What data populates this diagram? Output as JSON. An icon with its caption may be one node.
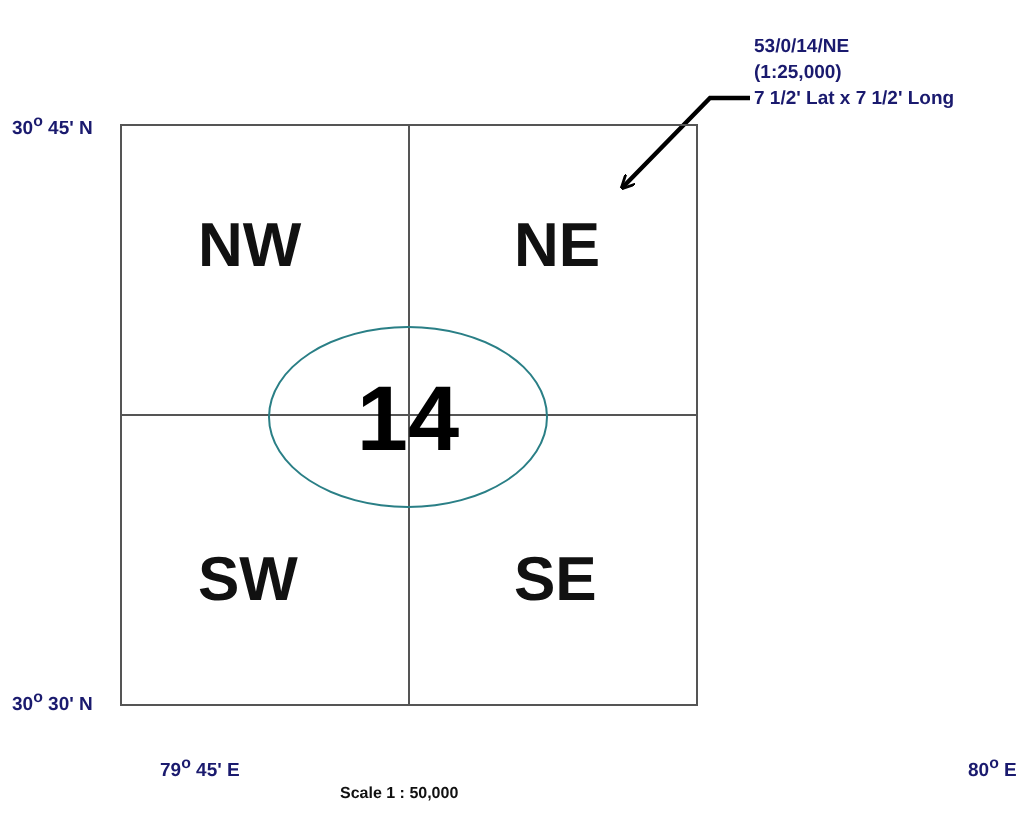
{
  "diagram": {
    "nodes": [
      {
        "text": [
          "NW"
        ]
      },
      {
        "text": [
          "NE"
        ]
      },
      {
        "text": [
          "SW"
        ]
      },
      {
        "text": [
          "SE"
        ]
      },
      {
        "text": [
          "14"
        ]
      },
      {
        "text": [
          "53/0/14/NE",
          "(1:25,000)",
          "7 1/2' Lat x 7 1/2' Long"
        ]
      }
    ],
    "edges": [
      {
        "from": 5,
        "to": 1,
        "arrow": "to"
      }
    ],
    "labels": [
      "30$^{o}$ 45' N",
      "30$^{o}$ 30' N",
      "79$^{o}$ 45' E",
      "80$^{o}$ E",
      "Scale 1 : 50,000"
    ]
  }
}
